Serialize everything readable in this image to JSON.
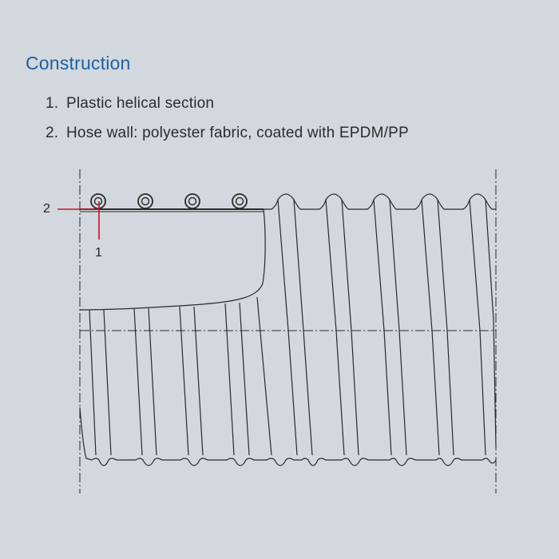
{
  "heading": "Construction",
  "items": [
    {
      "number": "1.",
      "text": "Plastic helical section"
    },
    {
      "number": "2.",
      "text": "Hose wall: polyester fabric, coated with EPDM/PP"
    }
  ],
  "callouts": {
    "label_1": "1",
    "label_2": "2"
  },
  "colors": {
    "background": "#d2d8de",
    "heading": "#1f5f9e",
    "callout_line": "#d0102a",
    "drawing_line": "#2a2a2a"
  }
}
